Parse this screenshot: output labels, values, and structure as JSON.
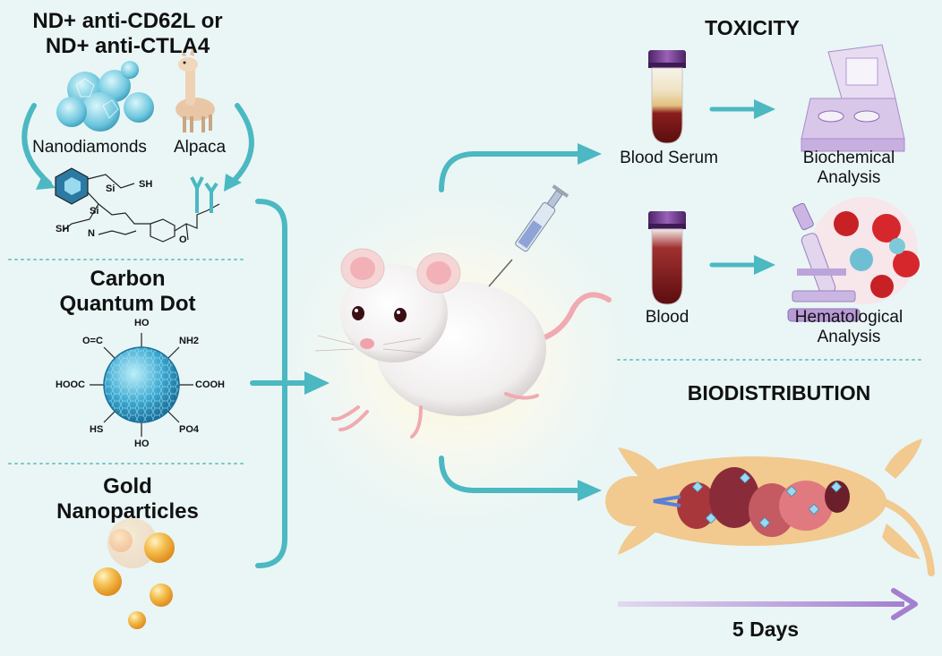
{
  "left_panel": {
    "section1_title_line1": "ND+ anti-CD62L or",
    "section1_title_line2": "ND+ anti-CTLA4",
    "nanodiamonds_label": "Nanodiamonds",
    "alpaca_label": "Alpaca",
    "chem_labels": {
      "sh1": "SH",
      "sh2": "SH",
      "si1": "Si",
      "si2": "Si",
      "o": "O",
      "n": "N"
    },
    "section2_title_line1": "Carbon",
    "section2_title_line2": "Quantum Dot",
    "cqd_groups": {
      "top": "HO",
      "co": "O=C",
      "nh2": "NH2",
      "cooh": "COOH",
      "hooc": "HOOC",
      "hs": "HS",
      "bottom_oh": "HO",
      "po4": "PO4"
    },
    "section3_title_line1": "Gold",
    "section3_title_line2": "Nanoparticles"
  },
  "right_panel": {
    "toxicity_title": "TOXICITY",
    "blood_serum_label": "Blood Serum",
    "biochemical_line1": "Biochemical",
    "biochemical_line2": "Analysis",
    "blood_label": "Blood",
    "hematological_line1": "Hematological",
    "hematological_line2": "Analysis",
    "biodistribution_title": "BIODISTRIBUTION",
    "timeline_label": "5 Days"
  },
  "colors": {
    "background": "#e9f6f5",
    "arrow_teal": "#4bb8c2",
    "divider": "#7cc6c8",
    "timeline_purple": "#b89ad6",
    "gold": "#f2b23a",
    "serum_yellow": "#e7c98e",
    "blood_red": "#8c1c1c",
    "tube_cap": "#6a3a86"
  }
}
